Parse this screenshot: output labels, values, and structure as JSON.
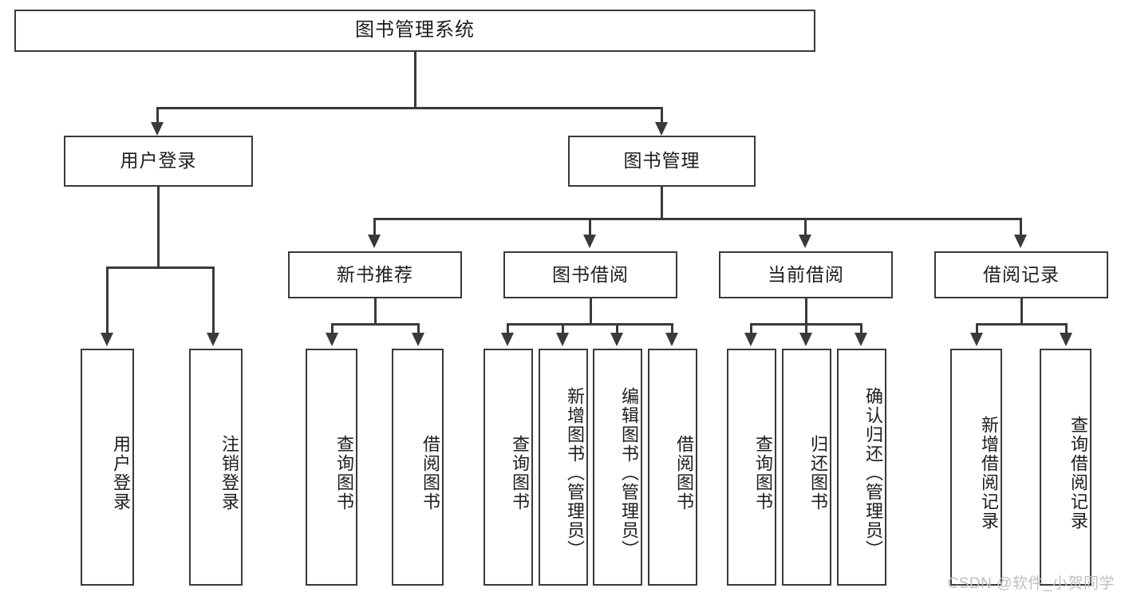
{
  "diagram": {
    "title": "图书管理系统",
    "type": "tree-hierarchy-diagram",
    "watermark": "CSDN @软件_小贺同学",
    "root": {
      "label": "图书管理系统"
    },
    "level2": [
      {
        "label": "用户登录"
      },
      {
        "label": "图书管理"
      }
    ],
    "level3": [
      {
        "label": "新书推荐"
      },
      {
        "label": "图书借阅"
      },
      {
        "label": "当前借阅"
      },
      {
        "label": "借阅记录"
      }
    ],
    "leaves": {
      "user_login": [
        {
          "label": "用户登录"
        },
        {
          "label": "注销登录"
        }
      ],
      "new_book_recommend": [
        {
          "label": "查询图书"
        },
        {
          "label": "借阅图书"
        }
      ],
      "book_borrow": [
        {
          "label": "查询图书"
        },
        {
          "label": "新增图书（管理员）"
        },
        {
          "label": "编辑图书（管理员）"
        },
        {
          "label": "借阅图书"
        }
      ],
      "current_borrow": [
        {
          "label": "查询图书"
        },
        {
          "label": "归还图书"
        },
        {
          "label": "确认归还（管理员）"
        }
      ],
      "borrow_record": [
        {
          "label": "新增借阅记录"
        },
        {
          "label": "查询借阅记录"
        }
      ]
    },
    "colors": {
      "stroke": "#3a3a3a",
      "fill": "#ffffff",
      "text": "#1d1d1d",
      "watermark": "#bfbfbf"
    }
  }
}
